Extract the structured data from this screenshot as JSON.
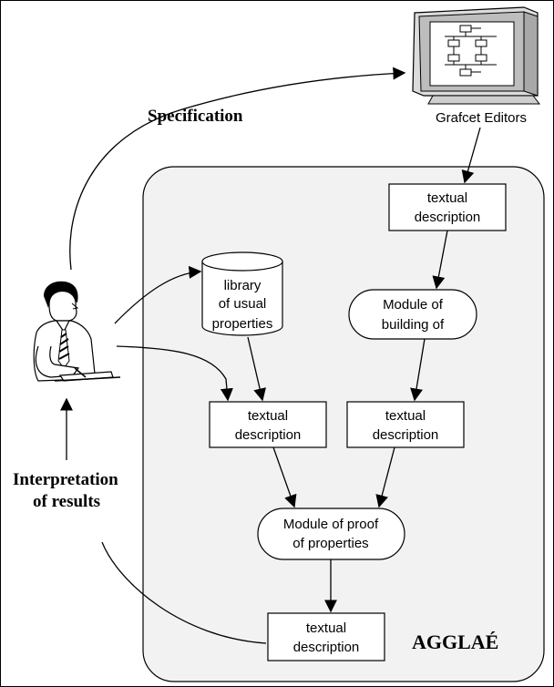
{
  "editor": {
    "label": "Grafcet Editors",
    "icon": "monitor-icon"
  },
  "labels": {
    "specification": "Specification",
    "interpretation_line1": "Interpretation",
    "interpretation_line2": "of results",
    "system_name": "AGGLAÉ"
  },
  "nodes": {
    "textual_top": {
      "line1": "textual",
      "line2": "description"
    },
    "library": {
      "line1": "library",
      "line2": "of usual",
      "line3": "properties"
    },
    "module_building": {
      "line1": "Module of",
      "line2": "building of"
    },
    "textual_left": {
      "line1": "textual",
      "line2": "description"
    },
    "textual_right": {
      "line1": "textual",
      "line2": "description"
    },
    "module_proof": {
      "line1": "Module of proof",
      "line2": "of properties"
    },
    "textual_bottom": {
      "line1": "textual",
      "line2": "description"
    }
  },
  "user": {
    "icon": "user-at-desk-icon"
  }
}
